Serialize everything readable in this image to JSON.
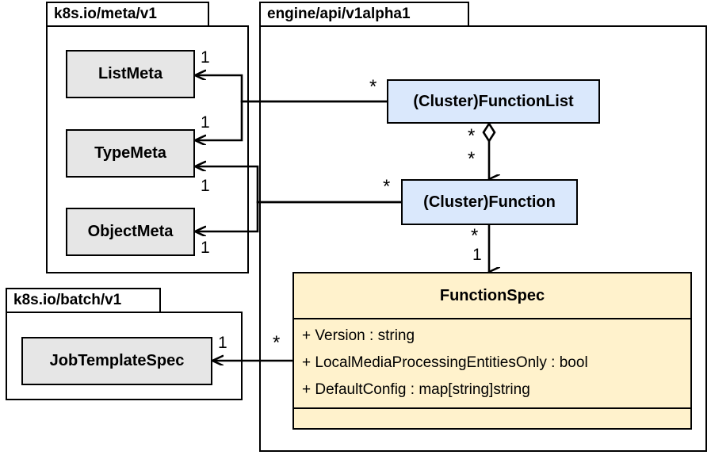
{
  "diagram": {
    "type": "uml-class-diagram",
    "packages": [
      {
        "id": "meta",
        "label": "k8s.io/meta/v1",
        "classes": [
          "ListMeta",
          "TypeMeta",
          "ObjectMeta"
        ]
      },
      {
        "id": "batch",
        "label": "k8s.io/batch/v1",
        "classes": [
          "JobTemplateSpec"
        ]
      },
      {
        "id": "engine",
        "label": "engine/api/v1alpha1",
        "classes": [
          "(Cluster)FunctionList",
          "(Cluster)Function",
          "FunctionSpec"
        ]
      }
    ],
    "classes": {
      "list_meta": {
        "name": "ListMeta"
      },
      "type_meta": {
        "name": "TypeMeta"
      },
      "object_meta": {
        "name": "ObjectMeta"
      },
      "job_template_spec": {
        "name": "JobTemplateSpec"
      },
      "function_list": {
        "name": "(Cluster)FunctionList"
      },
      "function": {
        "name": "(Cluster)Function"
      },
      "function_spec": {
        "name": "FunctionSpec",
        "attributes": [
          "+ Version : string",
          "+ LocalMediaProcessingEntitiesOnly : bool",
          "+ DefaultConfig : map[string]string"
        ],
        "methods": []
      }
    },
    "relations": [
      {
        "id": "list-to-listmeta",
        "from": "(Cluster)FunctionList",
        "to": "ListMeta",
        "kind": "association",
        "source_mult": "*",
        "target_mult": "1"
      },
      {
        "id": "list-to-typemeta",
        "from": "(Cluster)FunctionList",
        "to": "TypeMeta",
        "kind": "association",
        "source_mult": "*",
        "target_mult": "1"
      },
      {
        "id": "list-to-function",
        "from": "(Cluster)FunctionList",
        "to": "(Cluster)Function",
        "kind": "aggregation",
        "source_mult": "*",
        "target_mult": "*"
      },
      {
        "id": "fn-to-typemeta",
        "from": "(Cluster)Function",
        "to": "TypeMeta",
        "kind": "association",
        "source_mult": "*",
        "target_mult": "1"
      },
      {
        "id": "fn-to-objectmeta",
        "from": "(Cluster)Function",
        "to": "ObjectMeta",
        "kind": "association",
        "source_mult": "*",
        "target_mult": "1"
      },
      {
        "id": "fn-to-spec",
        "from": "(Cluster)Function",
        "to": "FunctionSpec",
        "kind": "association",
        "source_mult": "*",
        "target_mult": "1"
      },
      {
        "id": "spec-to-jobtpl",
        "from": "FunctionSpec",
        "to": "JobTemplateSpec",
        "kind": "association",
        "source_mult": "*",
        "target_mult": "1"
      }
    ],
    "multiplicity_labels": {
      "listmeta_target": "1",
      "typemeta_upper_target": "1",
      "typemeta_lower_target": "1",
      "objectmeta_target": "1",
      "jobtemplatespec_target": "1",
      "functionlist_source": "*",
      "function_source": "*",
      "aggregation_source": "*",
      "aggregation_target": "*",
      "spec_source": "*",
      "spec_target": "1",
      "jobtpl_source": "*"
    },
    "colors": {
      "gray_fill": "#e6e6e6",
      "blue_fill": "#dae8fc",
      "yellow_fill": "#fff2cc",
      "stroke": "#000000",
      "background": "#ffffff"
    }
  }
}
